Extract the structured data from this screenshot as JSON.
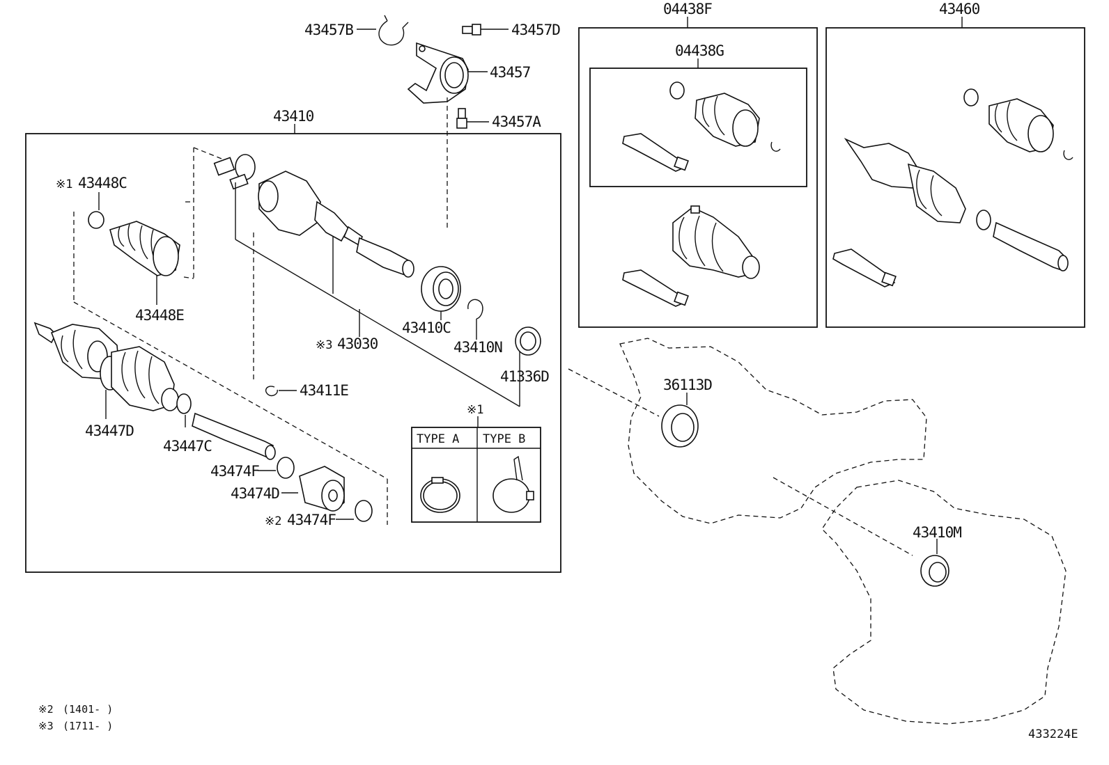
{
  "labels": {
    "p43457B": "43457B",
    "p43457D": "43457D",
    "p43457": "43457",
    "p43457A": "43457A",
    "p43410": "43410",
    "p04438F": "04438F",
    "p04438G": "04438G",
    "p43460": "43460",
    "p43448C_mark": "※1",
    "p43448C": "43448C",
    "p43448E": "43448E",
    "p43030_mark": "※3",
    "p43030": "43030",
    "p43410C": "43410C",
    "p43410N": "43410N",
    "p41336D": "41336D",
    "p43411E": "43411E",
    "p43447D": "43447D",
    "p43447C": "43447C",
    "p43474F": "43474F",
    "p43474D": "43474D",
    "p43474F2_mark": "※2",
    "p43474F2": "43474F",
    "p36113D": "36113D",
    "p43410M": "43410M",
    "type_mark": "※1",
    "type_a": "TYPE A",
    "type_b": "TYPE B"
  },
  "notes": {
    "n2_mark": "※2",
    "n2_text": "(1401-     )",
    "n3_mark": "※3",
    "n3_text": "(1711-     )"
  },
  "figure_id": "433224E"
}
